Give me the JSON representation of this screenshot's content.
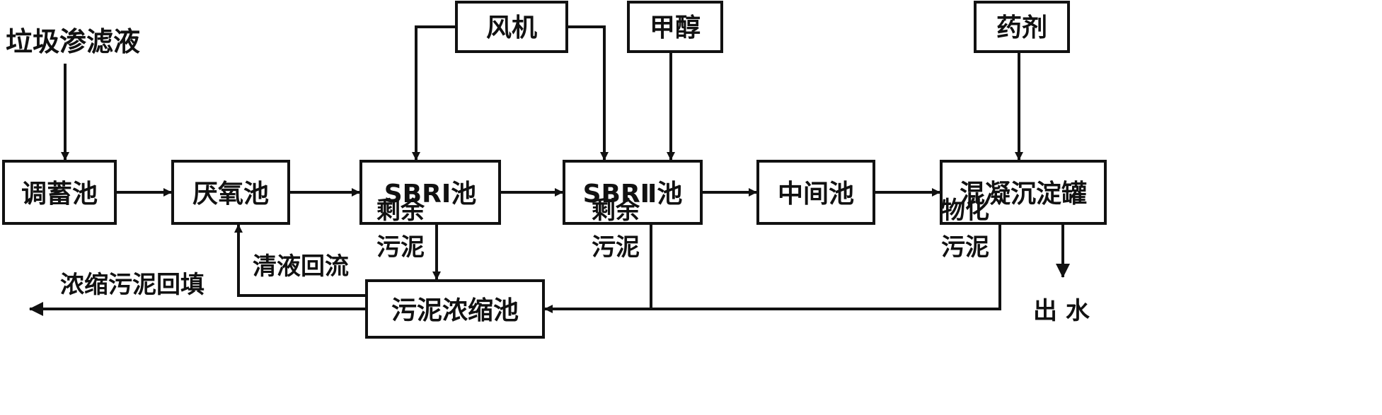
{
  "title": "",
  "input": "垃圾渗滤液",
  "boxes": {
    "regulation": "调蓄池",
    "anaerobic": "厌氧池",
    "sbr1": "SBRⅠ池",
    "sbr2": "SBRⅡ池",
    "intermediate": "中间池",
    "coagulation": "混凝沉淀罐",
    "blower": "风机",
    "methanol": "甲醇",
    "chemical": "药剂",
    "sludge_thickener": "污泥浓缩池"
  },
  "labels": {
    "excess_sludge_1_line1": "剩余",
    "excess_sludge_1_line2": "污泥",
    "excess_sludge_2_line1": "剩余",
    "excess_sludge_2_line2": "污泥",
    "physchem_sludge_line1": "物化",
    "physchem_sludge_line2": "污泥",
    "supernatant_return": "清液回流",
    "thickened_sludge_backfill": "浓缩污泥回填",
    "effluent": "出 水"
  },
  "colors": {
    "line": "#111111",
    "box_fill": "#ffffff",
    "background": "#ffffff"
  }
}
